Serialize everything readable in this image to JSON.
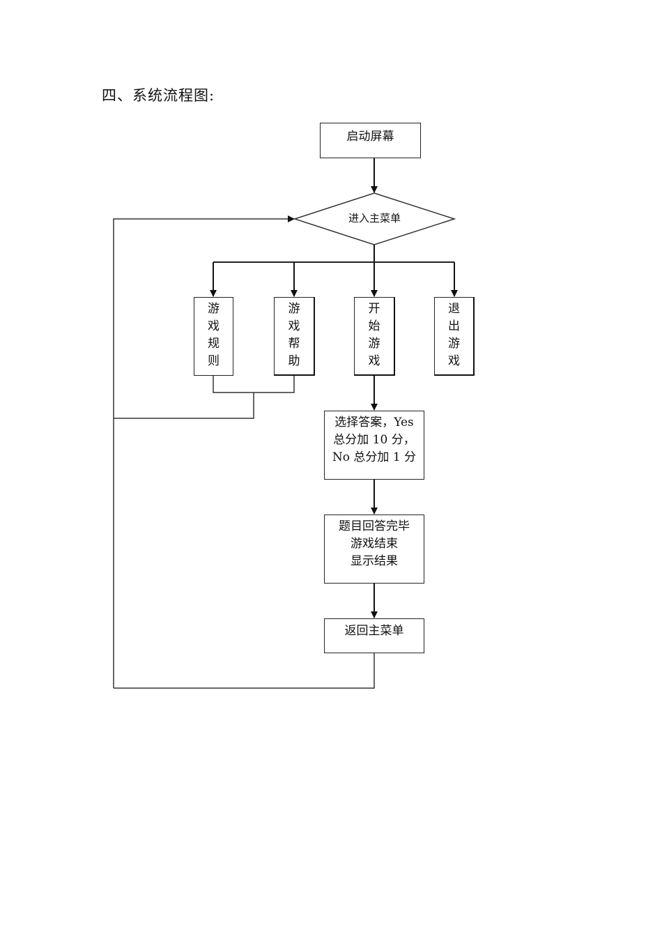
{
  "heading": "四、系统流程图:",
  "flowchart": {
    "nodes": {
      "start": {
        "label": "启动屏幕",
        "shape": "rectangle"
      },
      "main_menu": {
        "label": "进入主菜单",
        "shape": "diamond"
      },
      "rules": {
        "label": [
          "游",
          "戏",
          "规",
          "则"
        ],
        "shape": "rectangle"
      },
      "help": {
        "label": [
          "游",
          "戏",
          "帮",
          "助"
        ],
        "shape": "rectangle"
      },
      "start_game": {
        "label": [
          "开",
          "始",
          "游",
          "戏"
        ],
        "shape": "rectangle"
      },
      "exit": {
        "label": [
          "退",
          "出",
          "游",
          "戏"
        ],
        "shape": "rectangle"
      },
      "answer": {
        "label": [
          "选择答案，Yes",
          "总分加 10 分，",
          "No 总分加 1 分"
        ],
        "shape": "rectangle"
      },
      "finish": {
        "label": [
          "题目回答完毕",
          "游戏结束",
          "显示结果"
        ],
        "shape": "rectangle"
      },
      "return": {
        "label": "返回主菜单",
        "shape": "rectangle"
      }
    },
    "edges": [
      {
        "from": "start",
        "to": "main_menu"
      },
      {
        "from": "main_menu",
        "to": "rules"
      },
      {
        "from": "main_menu",
        "to": "help"
      },
      {
        "from": "main_menu",
        "to": "start_game"
      },
      {
        "from": "main_menu",
        "to": "exit"
      },
      {
        "from": "rules",
        "to": "main_menu"
      },
      {
        "from": "help",
        "to": "main_menu"
      },
      {
        "from": "start_game",
        "to": "answer"
      },
      {
        "from": "answer",
        "to": "finish"
      },
      {
        "from": "finish",
        "to": "return"
      },
      {
        "from": "return",
        "to": "main_menu"
      }
    ]
  }
}
